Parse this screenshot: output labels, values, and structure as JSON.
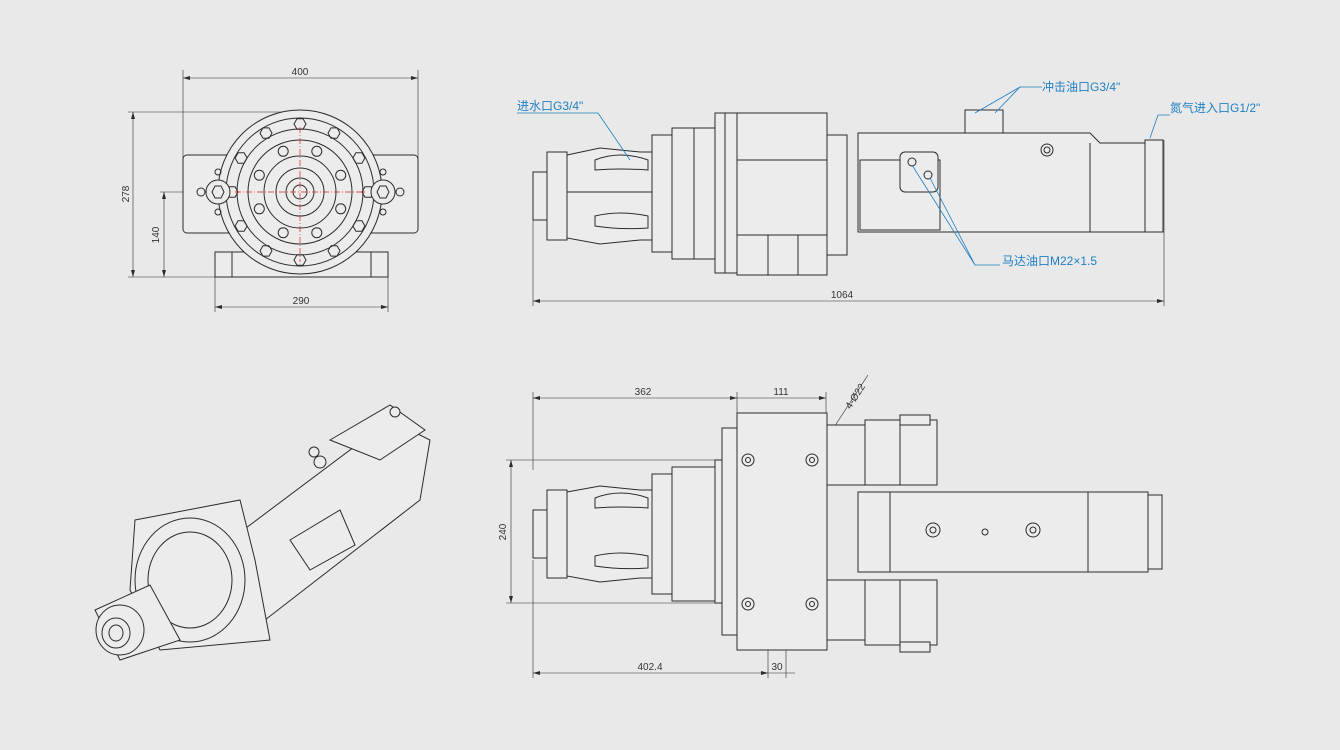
{
  "front_view": {
    "dim_width": "400",
    "dim_height": "278",
    "dim_center_height": "140",
    "dim_base_width": "290"
  },
  "side_view": {
    "dim_length": "1064",
    "callout_water_inlet": "进水口G3/4\"",
    "callout_impact_oil": "冲击油口G3/4\"",
    "callout_nitrogen": "氮气进入口G1/2\"",
    "callout_motor_oil": "马达油口M22×1.5"
  },
  "top_view": {
    "dim_362": "362",
    "dim_111": "111",
    "dim_holes": "4-Ø22",
    "dim_240": "240",
    "dim_402": "402.4",
    "dim_30": "30"
  },
  "colors": {
    "background": "#e9e9ea",
    "line": "#2b2b2b",
    "callout": "#1d7fc2",
    "center_mark": "#e0201c"
  }
}
